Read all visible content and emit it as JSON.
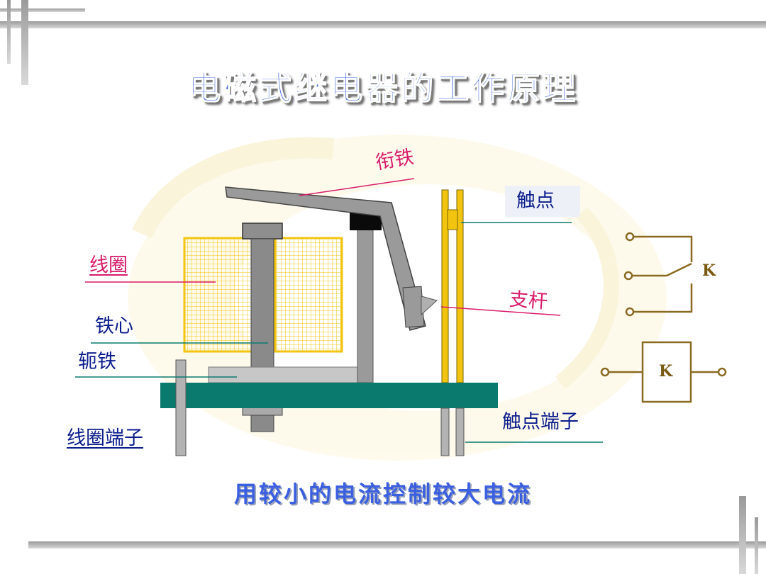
{
  "title": "电磁式继电器的工作原理",
  "labels": {
    "armature": "衔铁",
    "contact": "触点",
    "coil": "线圈",
    "push_rod": "支杆",
    "iron_core": "铁心",
    "yoke": "轭铁",
    "coil_terminal": "线圈端子",
    "contact_terminal": "触点端子"
  },
  "symbols": {
    "switch_label": "K",
    "box_label": "K"
  },
  "subtitle": "用较小的电流控制较大电流",
  "colors": {
    "title_blue": "#3b62e0",
    "label_blue": "#0b1d8c",
    "label_pink": "#d81b6a",
    "base_teal": "#0a7a6e",
    "coil_yellow": "#f2c40f",
    "metal_gray": "#9a9a9a",
    "symbol_brown": "#8a6a20"
  }
}
